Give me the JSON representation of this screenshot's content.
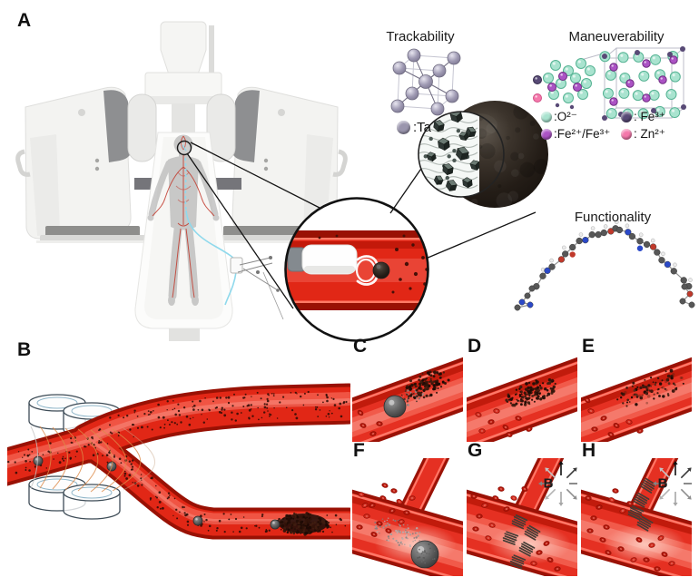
{
  "figure": {
    "panel_labels": [
      "A",
      "B",
      "C",
      "D",
      "E",
      "F",
      "G",
      "H"
    ],
    "trackability": {
      "title": "Trackability",
      "legend": [
        {
          "label": ":Ta",
          "color": "#9a95ad"
        }
      ]
    },
    "maneuverability": {
      "title": "Maneuverability",
      "legend": [
        {
          "label": ":O²⁻",
          "color": "#a9e3cf"
        },
        {
          "label": ": Fe³⁺",
          "color": "#584a76"
        },
        {
          "label": ":Fe²⁺/Fe³⁺",
          "color": "#ab53c4"
        },
        {
          "label": ": Zn²⁺",
          "color": "#f478ab"
        }
      ]
    },
    "functionality": {
      "title": "Functionality"
    },
    "magnetic_field_label": "B"
  },
  "colors": {
    "vessel_red": "#e12716",
    "vessel_dark": "#991104",
    "vessel_rim": "#ff7a66",
    "catheter_blue": "#8fd9ec",
    "field_line_orange": "#dd8a48",
    "coil_outline": "#3e4c57",
    "swarm_dark": "#1f0d06",
    "microrobot_gray": "#6f6f6f",
    "ta_atom": "#9a95ad",
    "oxygen_ion": "#a9e3cf",
    "fe3_ion": "#584a76",
    "fe23_ion": "#ab53c4",
    "zn_ion": "#f478ab"
  }
}
